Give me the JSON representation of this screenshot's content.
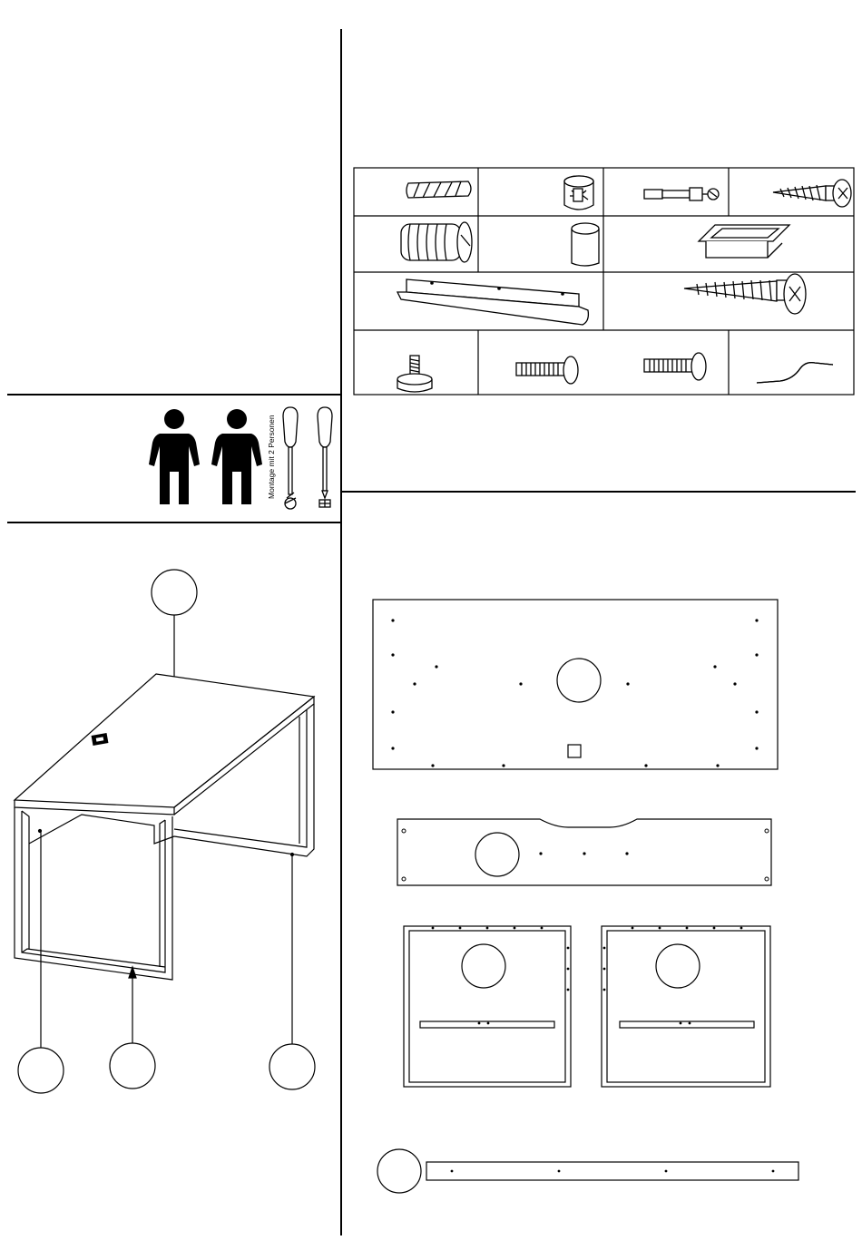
{
  "page": {
    "background": "#ffffff",
    "line_color": "#000000"
  },
  "assembly": {
    "notice": "Montage mit 2 Personen",
    "persons": [
      "person-icon",
      "person-icon"
    ],
    "tools": [
      "flat-screwdriver-icon",
      "phillips-screwdriver-icon"
    ]
  },
  "hardware": {
    "rows": [
      [
        "wooden-dowel-icon",
        "cam-lock-icon",
        "cam-bolt-icon",
        "pan-head-screw-icon"
      ],
      [
        "plastic-anchor-icon",
        "sleeve-icon",
        "cable-grommet-icon"
      ],
      [
        "l-bracket-icon",
        "wood-screw-icon"
      ],
      [
        "leveling-foot-icon",
        "connector-bolt-icon",
        "connector-bolt-icon",
        "allen-key-icon"
      ]
    ]
  },
  "parts": {
    "callouts": [
      "desk-top-callout",
      "side-panel-callout",
      "back-panel-callout",
      "leg-callout"
    ],
    "items": [
      "desk-top-panel",
      "modesty-panel",
      "left-side-panel",
      "right-side-panel",
      "support-rail"
    ]
  }
}
